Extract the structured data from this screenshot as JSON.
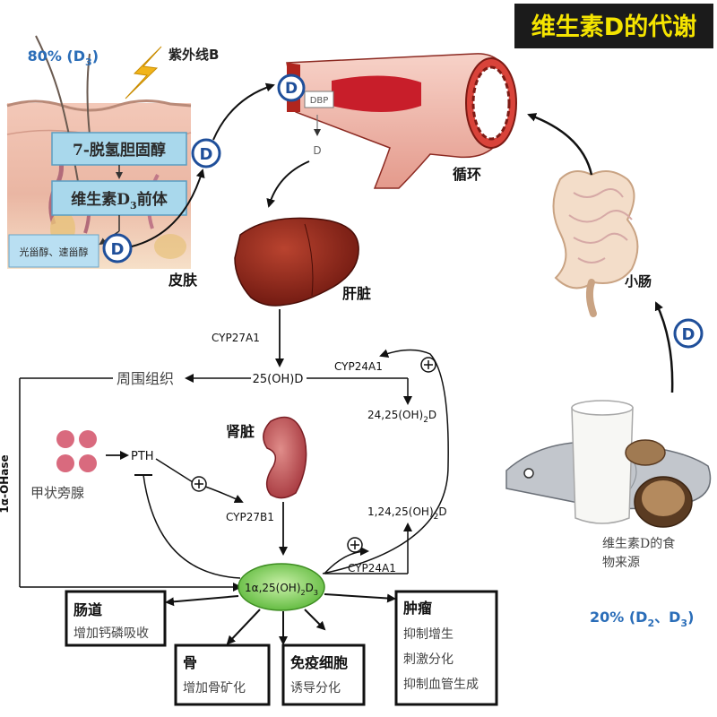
{
  "title": "维生素D的代谢",
  "skin": {
    "percent": "80% (D",
    "percent_sub": "3",
    "percent_end": ")",
    "uvb": "紫外线B",
    "precursor1": "7-脱氢胆固醇",
    "precursor2": "维生素D",
    "precursor2_sub": "3",
    "precursor2_end": "前体",
    "byproducts": "光甾醇、速甾醇",
    "label": "皮肤"
  },
  "circulation": {
    "dbp": "DBP",
    "d": "D",
    "label": "循环"
  },
  "liver": {
    "label": "肝脏",
    "enzyme": "CYP27A1"
  },
  "metabolites": {
    "oh_d": "25(OH)D",
    "cyp24a1_top": "CYP24A1",
    "product_24_25": "24,25(OH)",
    "product_24_25_sub": "2",
    "product_24_25_end": "D",
    "peripheral": "周围组织",
    "hydroxylase": "1α-OHase",
    "active": "1α,25(OH)",
    "active_sub": "2",
    "active_end": "D",
    "active_end_sub": "3",
    "product_1_24_25": "1,24,25(OH)",
    "product_1_24_25_sub": "2",
    "product_1_24_25_end": "D",
    "cyp24a1_bottom": "CYP24A1"
  },
  "kidney": {
    "label": "肾脏",
    "enzyme": "CYP27B1"
  },
  "parathyroid": {
    "label": "甲状旁腺",
    "pth": "PTH"
  },
  "intestine": {
    "label": "小肠"
  },
  "diet": {
    "line1": "维生素D的食",
    "line2": "物来源",
    "percent": "20% (D",
    "percent_sub": "2",
    "percent_mid": "、D",
    "percent_sub2": "3",
    "percent_end": ")"
  },
  "badge_d": "D",
  "effects": {
    "gut_title": "肠道",
    "gut_desc": "增加钙磷吸收",
    "bone_title": "骨",
    "bone_desc": "增加骨矿化",
    "immune_title": "免疫细胞",
    "immune_desc": "诱导分化",
    "tumor_title": "肿瘤",
    "tumor_line1": "抑制增生",
    "tumor_line2": "刺激分化",
    "tumor_line3": "抑制血管生成"
  },
  "colors": {
    "title_bg": "#1b1b1b",
    "title_fg": "#f5e400",
    "badge_blue": "#1f4f9a",
    "percent_blue": "#2a6db8",
    "artery_red": "#c81e2a",
    "green_active": "#8fd16a"
  }
}
